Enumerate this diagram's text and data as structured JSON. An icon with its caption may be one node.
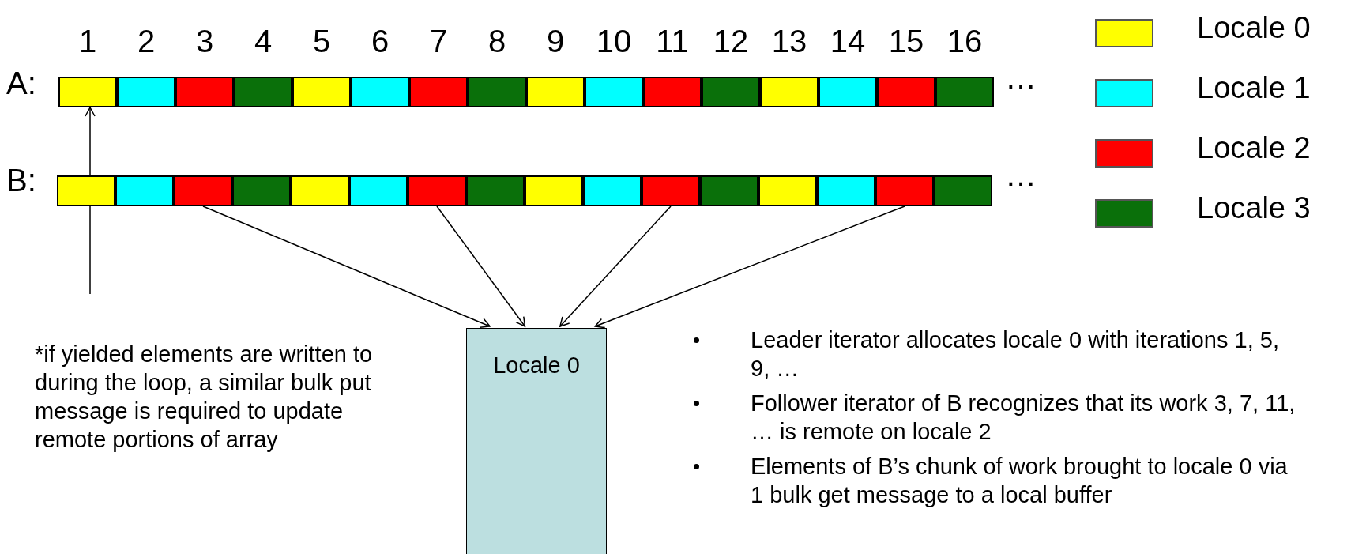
{
  "diagram": {
    "nodes": [
      {
        "text": [],
        "shape": "box"
      },
      {
        "text": [],
        "shape": "box"
      },
      {
        "text": [],
        "shape": "box"
      },
      {
        "text": [],
        "shape": "box"
      },
      {
        "text": [],
        "shape": "box"
      },
      {
        "text": [],
        "shape": "box"
      },
      {
        "text": [],
        "shape": "box"
      },
      {
        "text": [],
        "shape": "box"
      },
      {
        "text": [],
        "shape": "box"
      },
      {
        "text": [],
        "shape": "box"
      },
      {
        "text": [],
        "shape": "box"
      },
      {
        "text": [],
        "shape": "box"
      },
      {
        "text": [],
        "shape": "box"
      },
      {
        "text": [],
        "shape": "box"
      },
      {
        "text": [],
        "shape": "box"
      },
      {
        "text": [],
        "shape": "box"
      },
      {
        "text": [],
        "shape": "box"
      },
      {
        "text": [],
        "shape": "box"
      },
      {
        "text": [],
        "shape": "box"
      },
      {
        "text": [],
        "shape": "box"
      },
      {
        "text": [],
        "shape": "box"
      },
      {
        "text": [],
        "shape": "box"
      },
      {
        "text": [],
        "shape": "box"
      },
      {
        "text": [],
        "shape": "box"
      },
      {
        "text": [],
        "shape": "box"
      },
      {
        "text": [],
        "shape": "box"
      },
      {
        "text": [],
        "shape": "box"
      },
      {
        "text": [],
        "shape": "box"
      },
      {
        "text": [],
        "shape": "box"
      },
      {
        "text": [],
        "shape": "box"
      },
      {
        "text": [],
        "shape": "box"
      },
      {
        "text": [],
        "shape": "box"
      },
      {
        "text": [
          "Locale 0"
        ]
      }
    ],
    "edges": [
      {
        "from": null,
        "to": 0,
        "arrow": "to"
      },
      {
        "from": 18,
        "to": 32,
        "arrow": "to"
      },
      {
        "from": 22,
        "to": 32,
        "arrow": "to"
      },
      {
        "from": 26,
        "to": 32,
        "arrow": "to"
      },
      {
        "from": 30,
        "to": 32,
        "arrow": "to"
      }
    ],
    "labels": [
      "1",
      "2",
      "3",
      "4",
      "5",
      "6",
      "7",
      "8",
      "9",
      "10",
      "11",
      "12",
      "13",
      "14",
      "15",
      "16",
      "A:",
      "…",
      "B:",
      "…",
      "*if yielded elements are written to during the loop, a similar bulk put message is required to update remote portions of array",
      "Leader iterator allocates locale 0 with iterations 1, 5, 9, …",
      "Follower iterator of B recognizes that its work 3, 7, 11, … is remote on locale 2",
      "Elements of B’s chunk of work brought to locale 0 via 1 bulk get message to a local buffer"
    ],
    "legend": [
      {
        "text": "Locale 0",
        "color": "#ffff00"
      },
      {
        "text": "Locale 1",
        "color": "#00ffff"
      },
      {
        "text": "Locale 2",
        "color": "#ff0000"
      },
      {
        "text": "Locale 3",
        "color": "#0a700a"
      }
    ]
  }
}
